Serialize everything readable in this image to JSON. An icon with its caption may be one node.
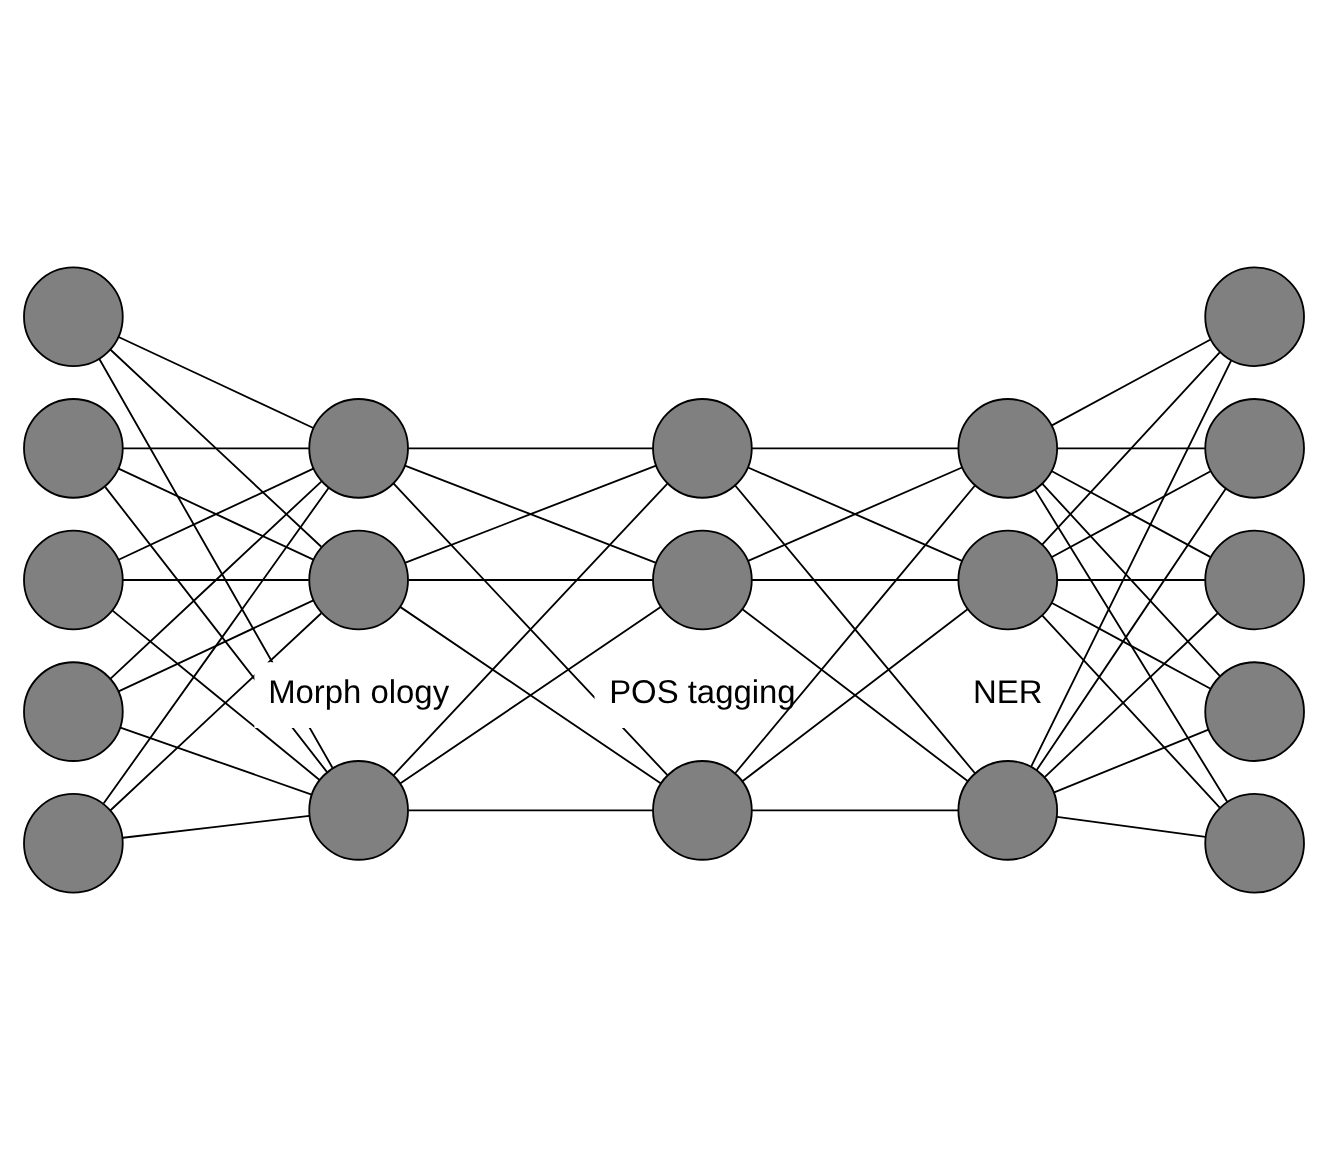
{
  "diagram": {
    "nodes": [
      {
        "text": [],
        "shape": "circle"
      },
      {
        "text": [],
        "shape": "circle"
      },
      {
        "text": [],
        "shape": "circle"
      },
      {
        "text": [],
        "shape": "circle"
      },
      {
        "text": [],
        "shape": "circle"
      },
      {
        "text": [],
        "shape": "circle"
      },
      {
        "text": [],
        "shape": "circle"
      },
      {
        "text": [],
        "shape": "circle"
      },
      {
        "text": [],
        "shape": "circle"
      },
      {
        "text": [],
        "shape": "circle"
      },
      {
        "text": [],
        "shape": "circle"
      },
      {
        "text": [],
        "shape": "circle"
      },
      {
        "text": [],
        "shape": "circle"
      },
      {
        "text": [],
        "shape": "circle"
      },
      {
        "text": [],
        "shape": "circle"
      },
      {
        "text": [],
        "shape": "circle"
      },
      {
        "text": [],
        "shape": "circle"
      },
      {
        "text": [],
        "shape": "circle"
      },
      {
        "text": [],
        "shape": "circle"
      }
    ],
    "edges": [
      {
        "from": 0,
        "to": 5,
        "arrow": "none"
      },
      {
        "from": 0,
        "to": 6,
        "arrow": "none"
      },
      {
        "from": 0,
        "to": 7,
        "arrow": "none"
      },
      {
        "from": 1,
        "to": 5,
        "arrow": "none"
      },
      {
        "from": 1,
        "to": 6,
        "arrow": "none"
      },
      {
        "from": 1,
        "to": 7,
        "arrow": "none"
      },
      {
        "from": 2,
        "to": 5,
        "arrow": "none"
      },
      {
        "from": 2,
        "to": 6,
        "arrow": "none"
      },
      {
        "from": 2,
        "to": 7,
        "arrow": "none"
      },
      {
        "from": 3,
        "to": 5,
        "arrow": "none"
      },
      {
        "from": 3,
        "to": 6,
        "arrow": "none"
      },
      {
        "from": 3,
        "to": 7,
        "arrow": "none"
      },
      {
        "from": 4,
        "to": 5,
        "arrow": "none"
      },
      {
        "from": 4,
        "to": 6,
        "arrow": "none"
      },
      {
        "from": 4,
        "to": 7,
        "arrow": "none"
      },
      {
        "from": 5,
        "to": 8,
        "arrow": "none"
      },
      {
        "from": 5,
        "to": 9,
        "arrow": "none"
      },
      {
        "from": 5,
        "to": 10,
        "arrow": "none"
      },
      {
        "from": 6,
        "to": 8,
        "arrow": "none"
      },
      {
        "from": 6,
        "to": 9,
        "arrow": "none"
      },
      {
        "from": 6,
        "to": 10,
        "arrow": "none"
      },
      {
        "from": 7,
        "to": 8,
        "arrow": "none"
      },
      {
        "from": 7,
        "to": 9,
        "arrow": "none"
      },
      {
        "from": 7,
        "to": 10,
        "arrow": "none"
      },
      {
        "from": 8,
        "to": 11,
        "arrow": "none"
      },
      {
        "from": 8,
        "to": 12,
        "arrow": "none"
      },
      {
        "from": 8,
        "to": 13,
        "arrow": "none"
      },
      {
        "from": 9,
        "to": 11,
        "arrow": "none"
      },
      {
        "from": 9,
        "to": 12,
        "arrow": "none"
      },
      {
        "from": 9,
        "to": 13,
        "arrow": "none"
      },
      {
        "from": 10,
        "to": 11,
        "arrow": "none"
      },
      {
        "from": 10,
        "to": 12,
        "arrow": "none"
      },
      {
        "from": 10,
        "to": 13,
        "arrow": "none"
      },
      {
        "from": 11,
        "to": 14,
        "arrow": "none"
      },
      {
        "from": 11,
        "to": 15,
        "arrow": "none"
      },
      {
        "from": 11,
        "to": 16,
        "arrow": "none"
      },
      {
        "from": 11,
        "to": 17,
        "arrow": "none"
      },
      {
        "from": 11,
        "to": 18,
        "arrow": "none"
      },
      {
        "from": 12,
        "to": 14,
        "arrow": "none"
      },
      {
        "from": 12,
        "to": 15,
        "arrow": "none"
      },
      {
        "from": 12,
        "to": 16,
        "arrow": "none"
      },
      {
        "from": 12,
        "to": 17,
        "arrow": "none"
      },
      {
        "from": 12,
        "to": 18,
        "arrow": "none"
      },
      {
        "from": 13,
        "to": 14,
        "arrow": "none"
      },
      {
        "from": 13,
        "to": 15,
        "arrow": "none"
      },
      {
        "from": 13,
        "to": 16,
        "arrow": "none"
      },
      {
        "from": 13,
        "to": 17,
        "arrow": "none"
      },
      {
        "from": 13,
        "to": 18,
        "arrow": "none"
      }
    ],
    "labels": [
      "Morph ology",
      "POS tagging",
      "NER"
    ]
  }
}
